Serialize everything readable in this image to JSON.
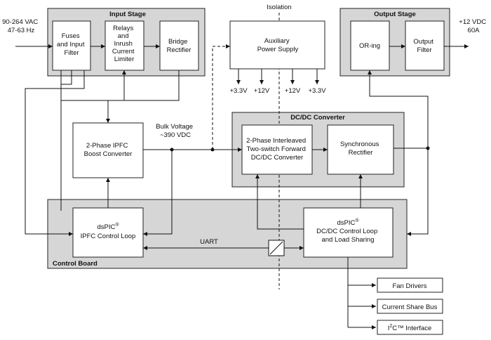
{
  "input": {
    "line1": "90-264 VAC",
    "line2": "47-63 Hz"
  },
  "stages": {
    "input_stage": "Input Stage",
    "output_stage": "Output Stage",
    "dcdc": "DC/DC Converter",
    "control_board": "Control Board"
  },
  "blocks": {
    "fuses": [
      "Fuses",
      "and Input",
      "Filter"
    ],
    "relays": [
      "Relays",
      "and",
      "Inrush",
      "Current",
      "Limiter"
    ],
    "bridge": [
      "Bridge",
      "Rectifier"
    ],
    "aux": [
      "Auxiliary",
      "Power Supply"
    ],
    "oring": [
      "OR-ing"
    ],
    "outfilter": [
      "Output",
      "Filter"
    ],
    "ipfc": [
      "2-Phase IPFC",
      "Boost Converter"
    ],
    "forward": [
      "2-Phase Interleaved",
      "Two-switch Forward",
      "DC/DC Converter"
    ],
    "sync": [
      "Synchronous",
      "Rectifier"
    ],
    "dspic_ipfc": [
      "IPFC Control Loop"
    ],
    "dspic_dcdc": [
      "DC/DC Control Loop",
      "and Load Sharing"
    ],
    "fan": "Fan Drivers",
    "share": "Current Share Bus",
    "i2c": "Interface"
  },
  "labels": {
    "isolation": "Isolation",
    "output_v": "+12 VDC",
    "output_a": "60A",
    "bulk1": "Bulk Voltage",
    "bulk2": "~390 VDC",
    "uart": "UART",
    "rail1": "+3.3V",
    "rail2": "+12V",
    "rail3": "+12V",
    "rail4": "+3.3V",
    "dspic": "dsPIC",
    "dspic_reg": "®",
    "i2c_i": "I",
    "i2c_2": "2",
    "i2c_c": "C™"
  }
}
